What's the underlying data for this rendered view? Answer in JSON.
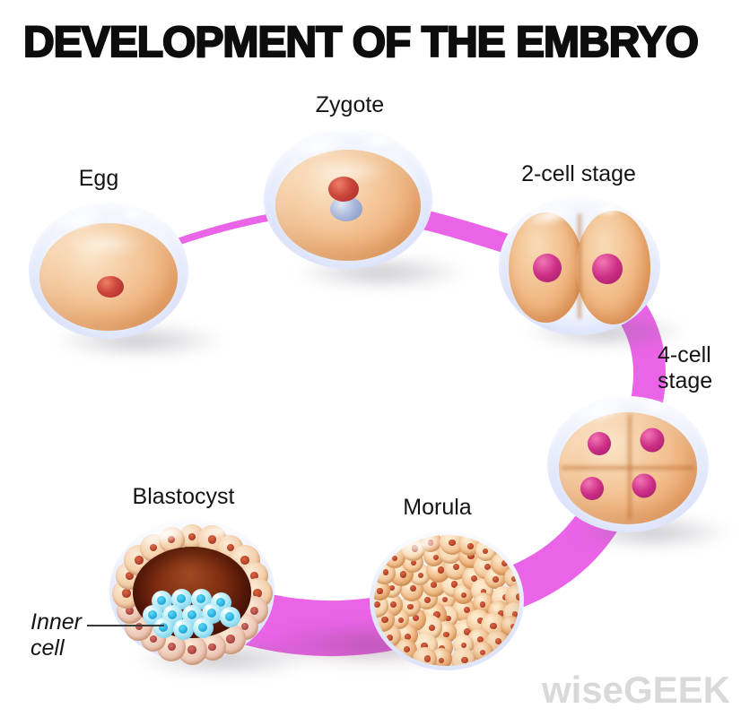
{
  "title": "DEVELOPMENT OF THE EMBRYO",
  "watermark": "wiseGEEK",
  "stages": {
    "egg": {
      "label": "Egg"
    },
    "zygote": {
      "label": "Zygote"
    },
    "two_cell": {
      "label": "2-cell stage"
    },
    "four_cell": {
      "label": "4-cell stage"
    },
    "morula": {
      "label": "Morula"
    },
    "blastocyst": {
      "label": "Blastocyst"
    }
  },
  "annotations": {
    "inner_cell": "Inner cell"
  },
  "colors": {
    "ribbon": "#e964e6",
    "membrane": "#c6d0f7",
    "cytoplasm": "#f0b987",
    "nucleus_red": "#cc463c",
    "nucleus_magenta": "#cd2f86",
    "pronucleus_blue": "#a9b6da",
    "cavity_brown": "#58180a",
    "inner_cell_cyan": "#7fd4ee",
    "title_color": "#0d0d0d",
    "watermark_gray": "#d9d9d9"
  }
}
